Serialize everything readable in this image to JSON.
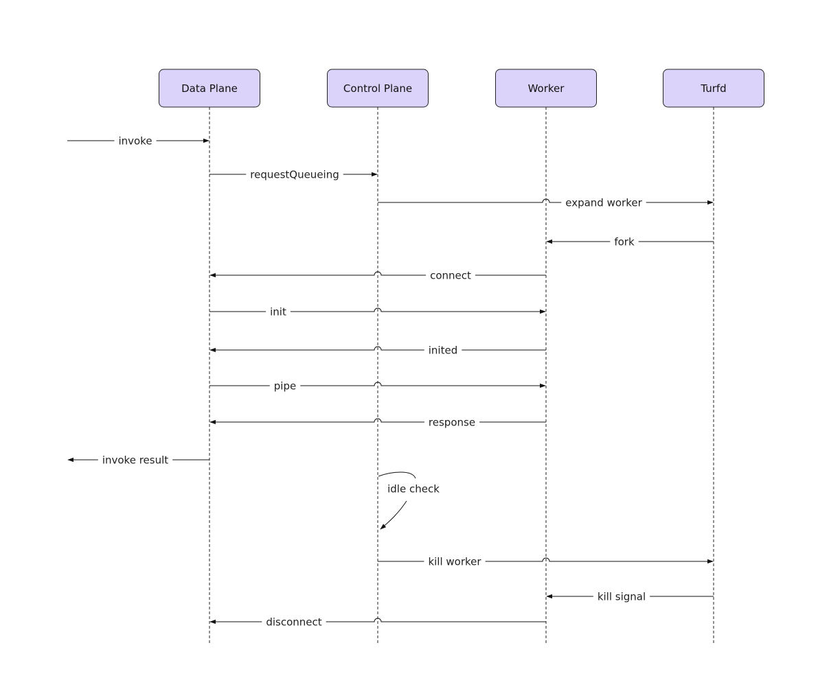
{
  "participants": [
    {
      "id": "data-plane",
      "label": "Data Plane"
    },
    {
      "id": "control-plane",
      "label": "Control Plane"
    },
    {
      "id": "worker",
      "label": "Worker"
    },
    {
      "id": "turfd",
      "label": "Turfd"
    }
  ],
  "messages": [
    {
      "id": "invoke",
      "label": "invoke",
      "from": "external",
      "to": "data-plane"
    },
    {
      "id": "request-queueing",
      "label": "requestQueueing",
      "from": "data-plane",
      "to": "control-plane"
    },
    {
      "id": "expand-worker",
      "label": "expand worker",
      "from": "control-plane",
      "to": "turfd"
    },
    {
      "id": "fork",
      "label": "fork",
      "from": "turfd",
      "to": "worker"
    },
    {
      "id": "connect",
      "label": "connect",
      "from": "worker",
      "to": "data-plane"
    },
    {
      "id": "init",
      "label": "init",
      "from": "data-plane",
      "to": "worker"
    },
    {
      "id": "inited",
      "label": "inited",
      "from": "worker",
      "to": "data-plane"
    },
    {
      "id": "pipe",
      "label": "pipe",
      "from": "data-plane",
      "to": "worker"
    },
    {
      "id": "response",
      "label": "response",
      "from": "worker",
      "to": "data-plane"
    },
    {
      "id": "invoke-result",
      "label": "invoke result",
      "from": "data-plane",
      "to": "external"
    },
    {
      "id": "kill-worker",
      "label": "kill worker",
      "from": "control-plane",
      "to": "turfd"
    },
    {
      "id": "kill-signal",
      "label": "kill signal",
      "from": "turfd",
      "to": "worker"
    },
    {
      "id": "disconnect",
      "label": "disconnect",
      "from": "worker",
      "to": "data-plane"
    }
  ],
  "self_note": {
    "label": "idle check",
    "participant": "control-plane"
  },
  "colors": {
    "participant_fill": "#dcd3fb",
    "stroke": "#222222",
    "text": "#222222",
    "background": "#ffffff"
  }
}
